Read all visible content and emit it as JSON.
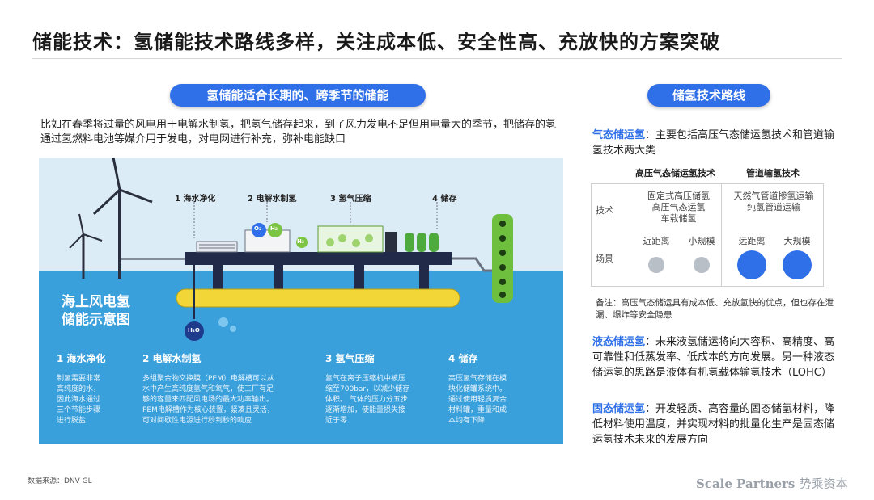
{
  "title": "储能技术：氢储能技术路线多样，关注成本低、安全性高、充放快的方案突破",
  "left": {
    "pill": "氢储能适合长期的、跨季节的储能",
    "intro": "比如在春季将过量的风电用于电解水制氢，把氢气储存起来，到了风力发电不足但用电量大的季节，把储存的氢通过氢燃料电池等媒介用于发电，对电网进行补充，弥补电能缺口",
    "illustration": {
      "sea_label_line1": "海上风电氢",
      "sea_label_line2": "储能示意图",
      "steps": [
        {
          "label": "1 海水净化"
        },
        {
          "label": "2 电解水制氢"
        },
        {
          "label": "3 氢气压缩"
        },
        {
          "label": "4 储存"
        }
      ],
      "molecule_labels": [
        "O₂",
        "H₂",
        "H₂",
        "H₂O"
      ],
      "columns": [
        {
          "title": "1 海水净化",
          "body": [
            "制氢需要非常",
            "高纯度的水，",
            "因此海水通过",
            "三个节能步骤",
            "进行脱盐"
          ]
        },
        {
          "title": "2 电解水制氢",
          "body": [
            "多组聚合物交换膜（PEM）电解槽可以从",
            "水中产生高纯度氢气和氧气，使工厂有足",
            "够的容量来匹配风电场的最大功率输出。",
            "PEM电解槽作为核心装置，紧凑且灵活，",
            "可对间歇性电源进行秒到秒的响应"
          ]
        },
        {
          "title": "3 氢气压缩",
          "body": [
            "氢气在离子压缩机中被压",
            "缩至700bar，以减少储存",
            "体积。 气体的压力分五步",
            "逐渐增加，使能量损失接",
            "近于零"
          ]
        },
        {
          "title": "4 储存",
          "body": [
            "高压氢气存储在模",
            "块化储罐系统中。",
            "通过使用轻质复合",
            "材料罐，重量和成",
            "本均有下降"
          ]
        }
      ]
    }
  },
  "right": {
    "pill": "储氢技术路线",
    "gas_head": "气态储运氢",
    "gas_text": "：主要包括高压气态储运氢技术和管道输氢技术两大类",
    "table": {
      "col1": "高压气态储运氢技术",
      "col2": "管道输氢技术",
      "row_tech": "技术",
      "row_scene": "场景",
      "tech1": [
        "固定式高压储氢",
        "高压气态运氢",
        "车载储氢"
      ],
      "tech2": [
        "天然气管道掺氢运输",
        "纯氢管道运输"
      ],
      "scene_labels": [
        "近距离",
        "小规模",
        "远距离",
        "大规模"
      ],
      "dot_colors": [
        "#b9bfc7",
        "#b9bfc7",
        "#2f6fe8",
        "#2f6fe8"
      ]
    },
    "note": "备注：高压气态储运具有成本低、充放氢快的优点，但也存在泄漏、爆炸等安全隐患",
    "liquid_head": "液态储运氢",
    "liquid_text": "：未来液氢储运将向大容积、高精度、高可靠性和低蒸发率、低成本的方向发展。另一种液态储运氢的思路是液体有机氢载体输氢技术（LOHC）",
    "solid_head": "固态储运氢",
    "solid_text": "：开发轻质、高容量的固态储氢材料，降低材料使用温度，并实现材料的批量化生产是固态储运氢技术未来的发展方向"
  },
  "footer": {
    "source": "数据来源：DNV GL",
    "brand_en": "Scale Partners",
    "brand_cn": "势乘资本"
  },
  "colors": {
    "accent": "#2f6fe8",
    "sea": "#39a0dc",
    "sky": "#dcecf6",
    "platform": "#222a4a",
    "float": "#f2d637"
  }
}
